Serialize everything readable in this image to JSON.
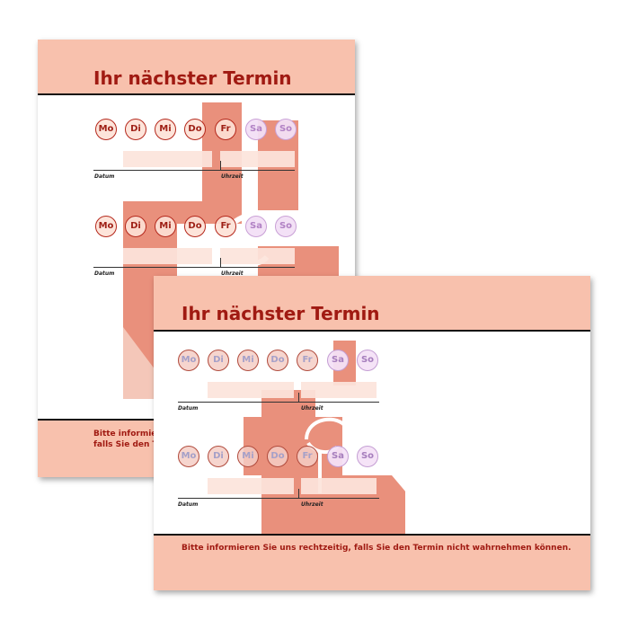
{
  "card": {
    "title": "Ihr nächster Termin",
    "notice": "Bitte informieren Sie uns rechtzeitig, falls Sie den Termin nicht wahrnehmen können.",
    "back_notice_visible": "Bitte informie\nfalls Sie den T",
    "days": [
      "Mo",
      "Di",
      "Mi",
      "Do",
      "Fr",
      "Sa",
      "So"
    ],
    "date_label": "Datum",
    "time_label": "Uhrzeit"
  },
  "colors": {
    "band": "#f8c1ad",
    "title_red": "#a01a12",
    "emblem_salmon": "#e9907c",
    "weekend_lilac": "#c9a0d6"
  },
  "icons": {
    "emblem": "pharmacy-a-with-snake-cup-icon"
  }
}
